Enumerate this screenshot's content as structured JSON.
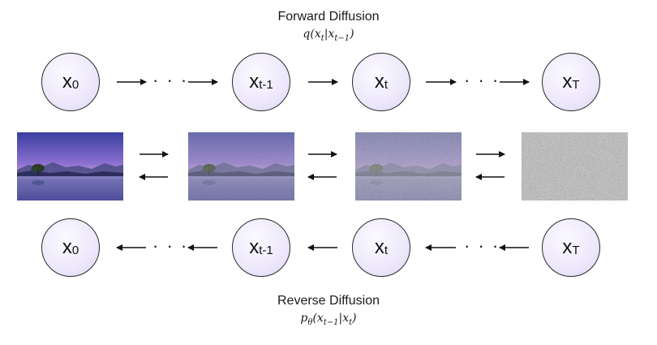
{
  "forward": {
    "title": "Forward Diffusion",
    "formula": {
      "fn": "q",
      "arg": "x",
      "arg_sub": "t",
      "cond": "x",
      "cond_sub": "t−1"
    }
  },
  "reverse": {
    "title": "Reverse Diffusion",
    "formula": {
      "fn": "p",
      "fn_sub": "θ",
      "arg": "x",
      "arg_sub": "t−1",
      "cond": "x",
      "cond_sub": "t"
    }
  },
  "nodes": [
    {
      "base": "x",
      "sub": "0"
    },
    {
      "base": "x",
      "sub": "t-1"
    },
    {
      "base": "x",
      "sub": "t"
    },
    {
      "base": "x",
      "sub": "T"
    }
  ],
  "ellipsis": "· · ·",
  "noise_levels": [
    0.0,
    0.35,
    0.6,
    1.0
  ],
  "colors": {
    "node_stroke": "#2b2b2b",
    "node_fill": "#ede8fb",
    "arrow": "#111111"
  }
}
